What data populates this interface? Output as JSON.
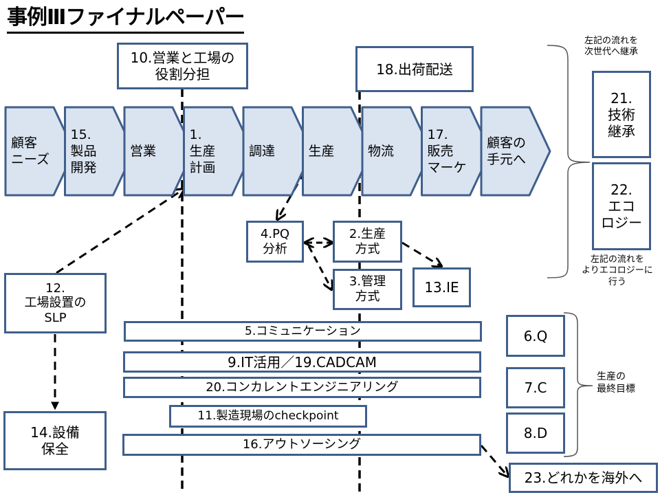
{
  "title": "事例Ⅲファイナルペーパー",
  "top_boxes": {
    "role_division": [
      "10.営業と工場の",
      "役割分担"
    ],
    "shipping": [
      "18.出荷配送"
    ]
  },
  "process_flow": [
    {
      "lines": [
        "顧客",
        "ニーズ"
      ]
    },
    {
      "lines": [
        "15.",
        "製品",
        "開発"
      ]
    },
    {
      "lines": [
        "営業"
      ]
    },
    {
      "lines": [
        "1.",
        "生産",
        "計画"
      ]
    },
    {
      "lines": [
        "調達"
      ]
    },
    {
      "lines": [
        "生産"
      ]
    },
    {
      "lines": [
        "物流"
      ]
    },
    {
      "lines": [
        "17.",
        "販売",
        "マーケ"
      ]
    },
    {
      "lines": [
        "顧客の",
        "手元へ"
      ]
    }
  ],
  "right_panel": {
    "note_top": [
      "左記の流れを",
      "次世代へ継承"
    ],
    "tech_transfer": [
      "21.",
      "技術",
      "継承"
    ],
    "ecology": [
      "22.",
      "エコ",
      "ロジー"
    ],
    "note_bottom": [
      "左記の流れを",
      "よりエコロジーに",
      "行う"
    ]
  },
  "middle_boxes": {
    "pq_analysis": [
      "4.PQ",
      "分析"
    ],
    "production_method": [
      "2.生産",
      "方式"
    ],
    "management_method": [
      "3.管理",
      "方式"
    ],
    "ie": [
      "13.IE"
    ],
    "slp": [
      "12.",
      "工場設置の",
      "SLP"
    ],
    "maintenance": [
      "14.設備",
      "保全"
    ]
  },
  "bars": {
    "communication": "5.コミュニケーション",
    "it": "9.IT活用／19.CADCAM",
    "concurrent": "20.コンカレントエンジニアリング",
    "checkpoint": "11.製造現場のcheckpoint",
    "outsourcing": "16.アウトソーシング"
  },
  "goals": {
    "q": "6.Q",
    "c": "7.C",
    "d": "8.D",
    "note": [
      "生産の",
      "最終目標"
    ]
  },
  "overseas": "23.どれかを海外へ",
  "colors": {
    "box_border": "#3f5f8c",
    "chevron_fill": "#dae3f0",
    "line": "#000000"
  }
}
